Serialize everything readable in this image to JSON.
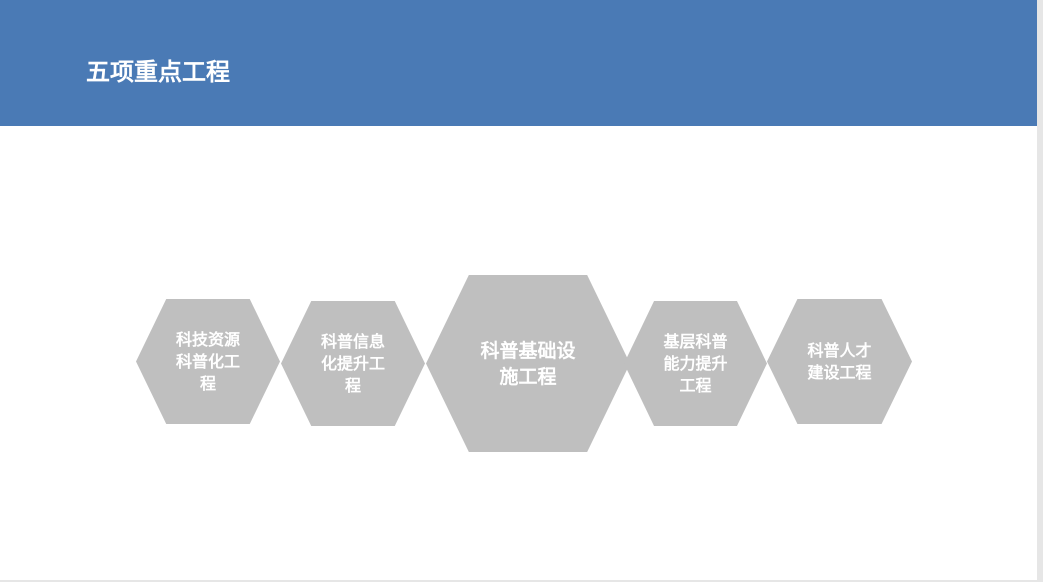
{
  "header": {
    "title": "五项重点工程"
  },
  "projects": [
    {
      "line1": "科技资源",
      "line2": "科普化工",
      "line3": "程"
    },
    {
      "line1": "科普信息",
      "line2": "化提升工",
      "line3": "程"
    },
    {
      "line1": "科普基础设",
      "line2": "施工程"
    },
    {
      "line1": "基层科普",
      "line2": "能力提升",
      "line3": "工程"
    },
    {
      "line1": "科普人才",
      "line2": "建设工程"
    }
  ],
  "colors": {
    "header": "#4a7ab5",
    "hexagon": "#bfbfbf"
  }
}
